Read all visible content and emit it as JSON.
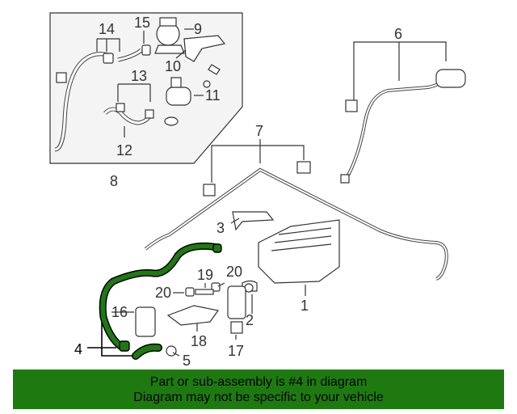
{
  "callouts": {
    "c1": "1",
    "c2": "2",
    "c3": "3",
    "c4": "4",
    "c5": "5",
    "c6": "6",
    "c7": "7",
    "c8": "8",
    "c9": "9",
    "c10": "10",
    "c11": "11",
    "c12": "12",
    "c13": "13",
    "c14": "14",
    "c15": "15",
    "c16": "16",
    "c17": "17",
    "c18": "18",
    "c19": "19",
    "c20a": "20",
    "c20b": "20"
  },
  "banner": {
    "line1": "Part or sub-assembly is #4 in diagram",
    "line2": "Diagram may not be specific to your vehicle"
  },
  "colors": {
    "highlight": "#1e7a10",
    "banner": "#1e7a10",
    "line": "#333333"
  }
}
